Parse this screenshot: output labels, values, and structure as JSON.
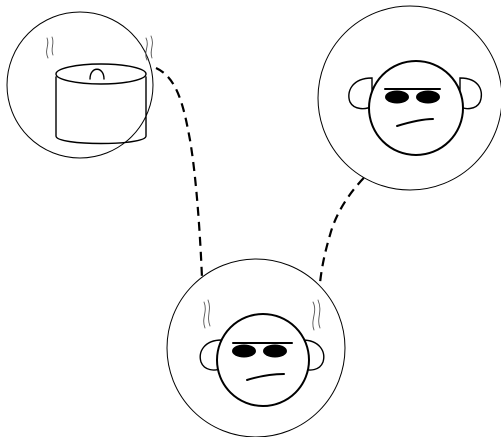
{
  "diagram": {
    "nodes": [
      {
        "id": "thought-bucket",
        "content": "bucket",
        "effect": "steam"
      },
      {
        "id": "thought-face",
        "content": "face",
        "effect": "none"
      },
      {
        "id": "thinker",
        "content": "face",
        "effect": "steam"
      }
    ],
    "connectors": [
      {
        "from": "thinker",
        "to": "thought-bucket",
        "style": "dashed"
      },
      {
        "from": "thinker",
        "to": "thought-face",
        "style": "dashed"
      }
    ],
    "colors": {
      "line": "#000000",
      "background": "#ffffff",
      "fill": "#ffffff"
    }
  }
}
